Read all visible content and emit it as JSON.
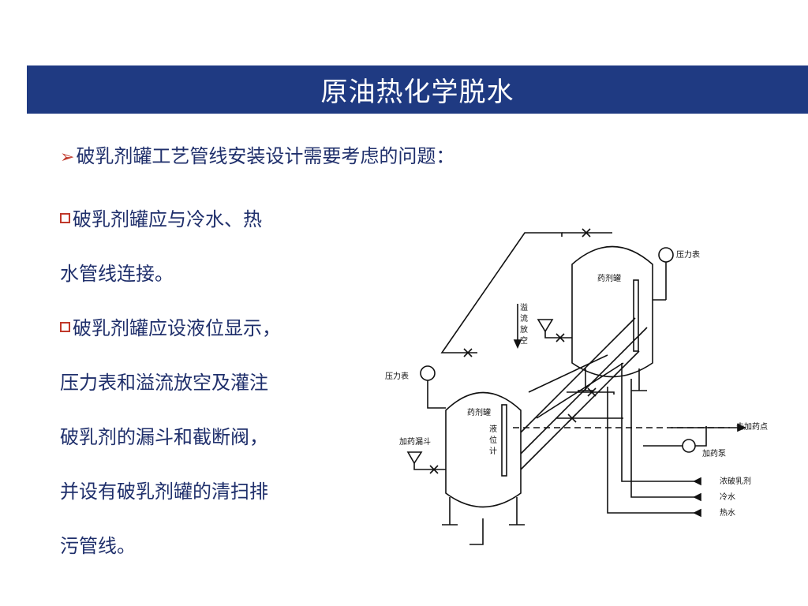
{
  "title": "原油热化学脱水",
  "heading": "破乳剂罐工艺管线安装设计需要考虑的问题：",
  "paragraphs": [
    {
      "lines": [
        "破乳剂罐应与冷水、热",
        "水管线连接。"
      ]
    },
    {
      "lines": [
        "破乳剂罐应设液位显示，",
        "压力表和溢流放空及灌注",
        "破乳剂的漏斗和截断阀，",
        "并设有破乳剂罐的清扫排",
        "污管线。"
      ]
    }
  ],
  "diagram": {
    "labels": {
      "pressure_gauge_upper": "压力表",
      "tank_upper": "药剂罐",
      "overflow_vent": [
        "溢",
        "流",
        "放",
        "空"
      ],
      "pressure_gauge_lower": "压力表",
      "tank_lower": "药剂罐",
      "level_gauge": [
        "液",
        "位",
        "计"
      ],
      "dosing_funnel": "加药漏斗",
      "to_dosing_point": "去加药点",
      "dosing_pump": "加药泵",
      "conc_demulsifier": "浓破乳剂",
      "cold_water": "冷水",
      "hot_water": "热水"
    }
  }
}
